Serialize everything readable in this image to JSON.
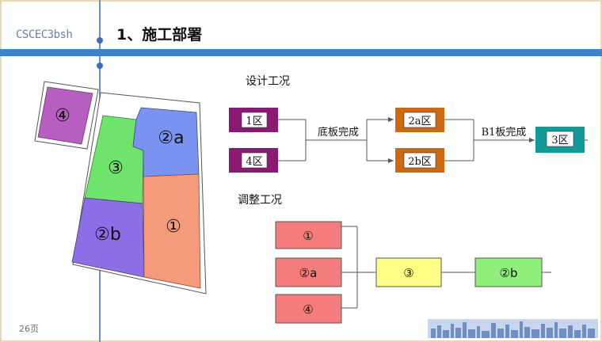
{
  "header": {
    "logo": "CSCEC3bsh",
    "title": "1、施工部署"
  },
  "page_number": "26页",
  "site_plan": {
    "zones": [
      {
        "label": "④",
        "color": "#b65fc0"
      },
      {
        "label": "③",
        "color": "#6fe36b"
      },
      {
        "label": "②a",
        "color": "#7b93f0"
      },
      {
        "label": "②b",
        "color": "#8c6ee6"
      },
      {
        "label": "①",
        "color": "#f59a7a"
      }
    ]
  },
  "design": {
    "heading": "设计工况",
    "boxes": {
      "z1": "1区",
      "z4": "4区",
      "z2a": "2a区",
      "z2b": "2b区",
      "z3": "3区"
    },
    "labels": {
      "floor_done": "底板完成",
      "b1_done": "B1板完成"
    },
    "colors": {
      "purple": "#8b1a74",
      "orange": "#cc6a10",
      "teal": "#129a98"
    }
  },
  "adjusted": {
    "heading": "调整工况",
    "boxes": {
      "z1": "①",
      "z2a": "②a",
      "z4": "④",
      "z3": "③",
      "z2b": "②b"
    },
    "colors": {
      "red": "#f47c7c",
      "yellow": "#ffff88",
      "green": "#8ef07a"
    }
  }
}
